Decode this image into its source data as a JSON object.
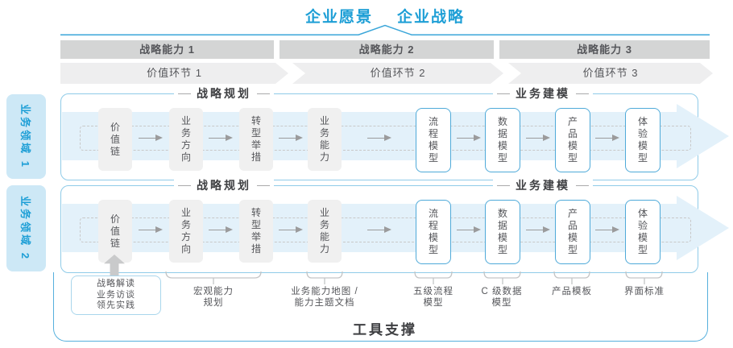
{
  "title": {
    "vision": "企业愿景",
    "strategy": "企业战略"
  },
  "capabilities": [
    "战略能力 1",
    "战略能力 2",
    "战略能力 3"
  ],
  "value_links": [
    "价值环节 1",
    "价值环节 2",
    "价值环节 3"
  ],
  "domains": [
    "业务领域 1",
    "业务领域 2"
  ],
  "rows": [
    {
      "planning_header": "战略规划",
      "modeling_header": "业务建模",
      "gray_boxes": [
        "价值链",
        "业务方向",
        "转型举措",
        "业务能力"
      ],
      "blue_boxes": [
        "流程模型",
        "数据模型",
        "产品模型",
        "体验模型"
      ]
    },
    {
      "planning_header": "战略规划",
      "modeling_header": "业务建模",
      "gray_boxes": [
        "价值链",
        "业务方向",
        "转型举措",
        "业务能力"
      ],
      "blue_boxes": [
        "流程模型",
        "数据模型",
        "产品模型",
        "体验模型"
      ]
    }
  ],
  "annotations": {
    "practice_box": {
      "line1": "战略解读",
      "line2": "业务访谈",
      "line3": "领先实践"
    },
    "notes": [
      {
        "line1": "宏观能力",
        "line2": "规划"
      },
      {
        "line1": "业务能力地图 /",
        "line2": "能力主题文档"
      },
      {
        "line1": "五级流程",
        "line2": "模型"
      },
      {
        "line1": "C 级数据",
        "line2": "模型"
      },
      {
        "line1": "产品模板",
        "line2": ""
      },
      {
        "line1": "界面标准",
        "line2": ""
      }
    ]
  },
  "footer": {
    "label": "工具支撑"
  },
  "colors": {
    "accent_blue": "#1E9FD6",
    "container_border": "#8FCBE8",
    "tool_border": "#56B0DD",
    "bar_gray": "#D4D5D5",
    "chevron_gray": "#EEEEEF",
    "arrow_band": "#E3F1FA",
    "box_gray": "#F0F0F0",
    "text_dark": "#3E3F42"
  }
}
